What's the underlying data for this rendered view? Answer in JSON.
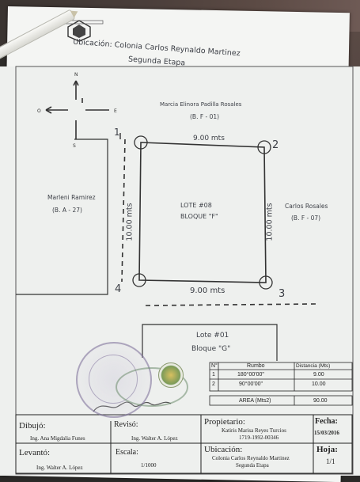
{
  "header": {
    "location": "Ubicación: Colonia Carlos Reynaldo Martinez",
    "stage": "Segunda Etapa"
  },
  "compass": {
    "north": "N",
    "south": "S",
    "east": "E",
    "west": "O"
  },
  "lot": {
    "line1": "LOTE #08",
    "line2": "BLOQUE \"F\""
  },
  "neighbors": {
    "north": {
      "name": "Marcia Elinora Padilla Rosales",
      "code": "(B. F - 01)"
    },
    "east": {
      "name": "Carlos Rosales",
      "code": "(B. F - 07)"
    },
    "west": {
      "name": "Marleni Ramirez",
      "code": "(B. A - 27)"
    },
    "south": {
      "name": "Lote #01",
      "code": "Bloque \"G\""
    }
  },
  "dimensions": {
    "top": "9.00 mts",
    "bottom": "9.00 mts",
    "left": "10.00 mts",
    "right": "10.00 mts"
  },
  "vertices": [
    "1",
    "2",
    "3",
    "4"
  ],
  "table": {
    "headers": [
      "N°",
      "Rumbo",
      "Distancia (Mts)"
    ],
    "rows": [
      [
        "1",
        "180°00'00\"",
        "9.00"
      ],
      [
        "2",
        "90°00'00\"",
        "10.00"
      ]
    ],
    "area_label": "AREA (Mts2)",
    "area_value": "90.00"
  },
  "titleblock": {
    "dibujo_label": "Dibujó:",
    "dibujo_value": "Ing. Ana Migdalia Funes",
    "reviso_label": "Revisó:",
    "reviso_value": "Ing. Walter A. López",
    "propietario_label": "Propietario:",
    "propietario_value": "Katiris Marisa Reyes Turcios",
    "propietario_id": "1719-1992-00346",
    "fecha_label": "Fecha:",
    "fecha_value": "15/03/2016",
    "levanto_label": "Levantó:",
    "levanto_value": "Ing. Walter A. López",
    "escala_label": "Escala:",
    "escala_value": "1/1000",
    "ubicacion_label": "Ubicación:",
    "ubicacion_value": "Colonia Carlos Reynaldo Martinez",
    "ubicacion_value2": "Segunda Etapa",
    "hoja_label": "Hoja:",
    "hoja_value": "1/1"
  }
}
